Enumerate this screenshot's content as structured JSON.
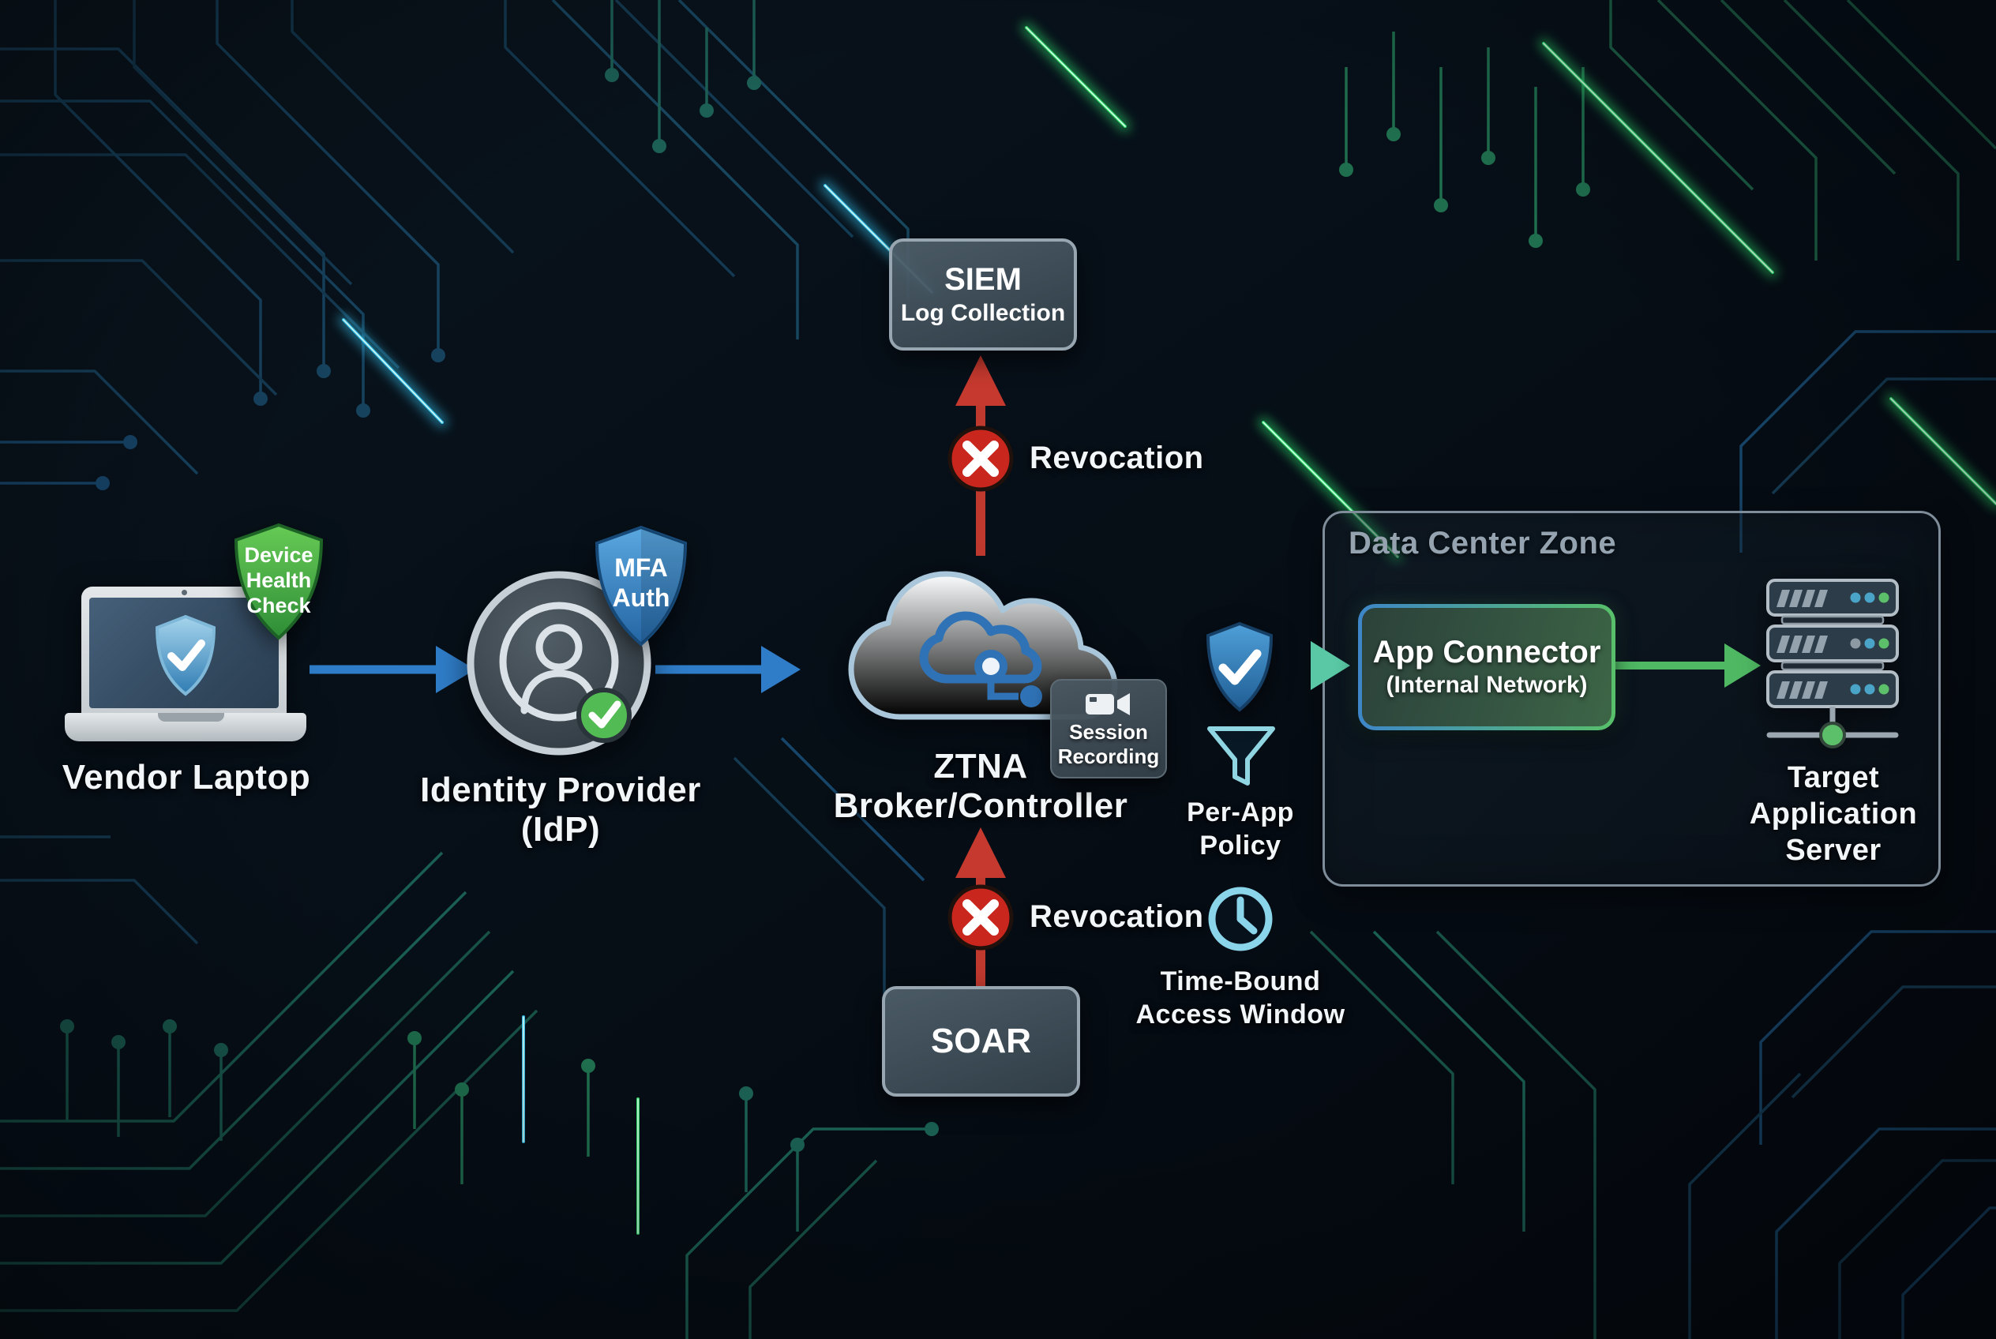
{
  "diagram": {
    "title_implicit": "ZTNA vendor access flow",
    "nodes": {
      "siem": {
        "title": "SIEM",
        "subtitle": "Log Collection"
      },
      "soar": {
        "title": "SOAR"
      },
      "vendor_laptop": {
        "label": "Vendor Laptop",
        "badge": {
          "line1": "Device",
          "line2": "Health",
          "line3": "Check"
        }
      },
      "identity_provider": {
        "label_line1": "Identity Provider",
        "label_line2": "(IdP)",
        "badge": {
          "line1": "MFA",
          "line2": "Auth"
        }
      },
      "ztna_broker": {
        "label_line1": "ZTNA",
        "label_line2": "Broker/Controller",
        "badge": {
          "line1": "Session",
          "line2": "Recording"
        }
      },
      "per_app_policy": {
        "line1": "Per-App",
        "line2": "Policy"
      },
      "time_bound": {
        "line1": "Time-Bound",
        "line2": "Access Window"
      },
      "data_center_zone": {
        "title": "Data Center Zone"
      },
      "app_connector": {
        "title": "App Connector",
        "subtitle": "(Internal Network)"
      },
      "target_server": {
        "line1": "Target",
        "line2": "Application",
        "line3": "Server"
      }
    },
    "edges": {
      "revocation_top_label": "Revocation",
      "revocation_bottom_label": "Revocation"
    },
    "icons": {
      "vendor_laptop": "laptop-icon",
      "laptop_screen_badge": "shield-check-icon",
      "device_health": "green-shield-icon",
      "identity_provider": "user-circle-icon",
      "identity_verified": "check-badge-icon",
      "mfa": "blue-shield-icon",
      "ztna_broker": "cloud-network-icon",
      "session_recording": "video-camera-icon",
      "revocation": "x-circle-icon",
      "per_app_policy_gate": "shield-check-icon",
      "per_app_policy": "funnel-icon",
      "time_bound": "clock-icon",
      "target_server": "server-stack-icon"
    },
    "colors": {
      "background": "#060d15",
      "arrow_blue": "#2f7dc8",
      "arrow_teal": "#54c5ab",
      "arrow_green": "#4fb863",
      "revocation_red": "#c9261e",
      "shield_blue": "#3b82c4",
      "shield_green": "#43a047",
      "cloud_fill": "#edf3f9",
      "cloud_icon_blue": "#2f72b5",
      "box_slate": "#41505a",
      "box_border": "#97a6b0",
      "zone_border": "#7e8d99",
      "zone_title": "#94a3af",
      "connector_border_left": "#3e86c8",
      "connector_border_right": "#58c06a",
      "clock_teal": "#8bd5ea",
      "trace_blue": "#16425e",
      "trace_green": "#1f6f4e"
    }
  }
}
